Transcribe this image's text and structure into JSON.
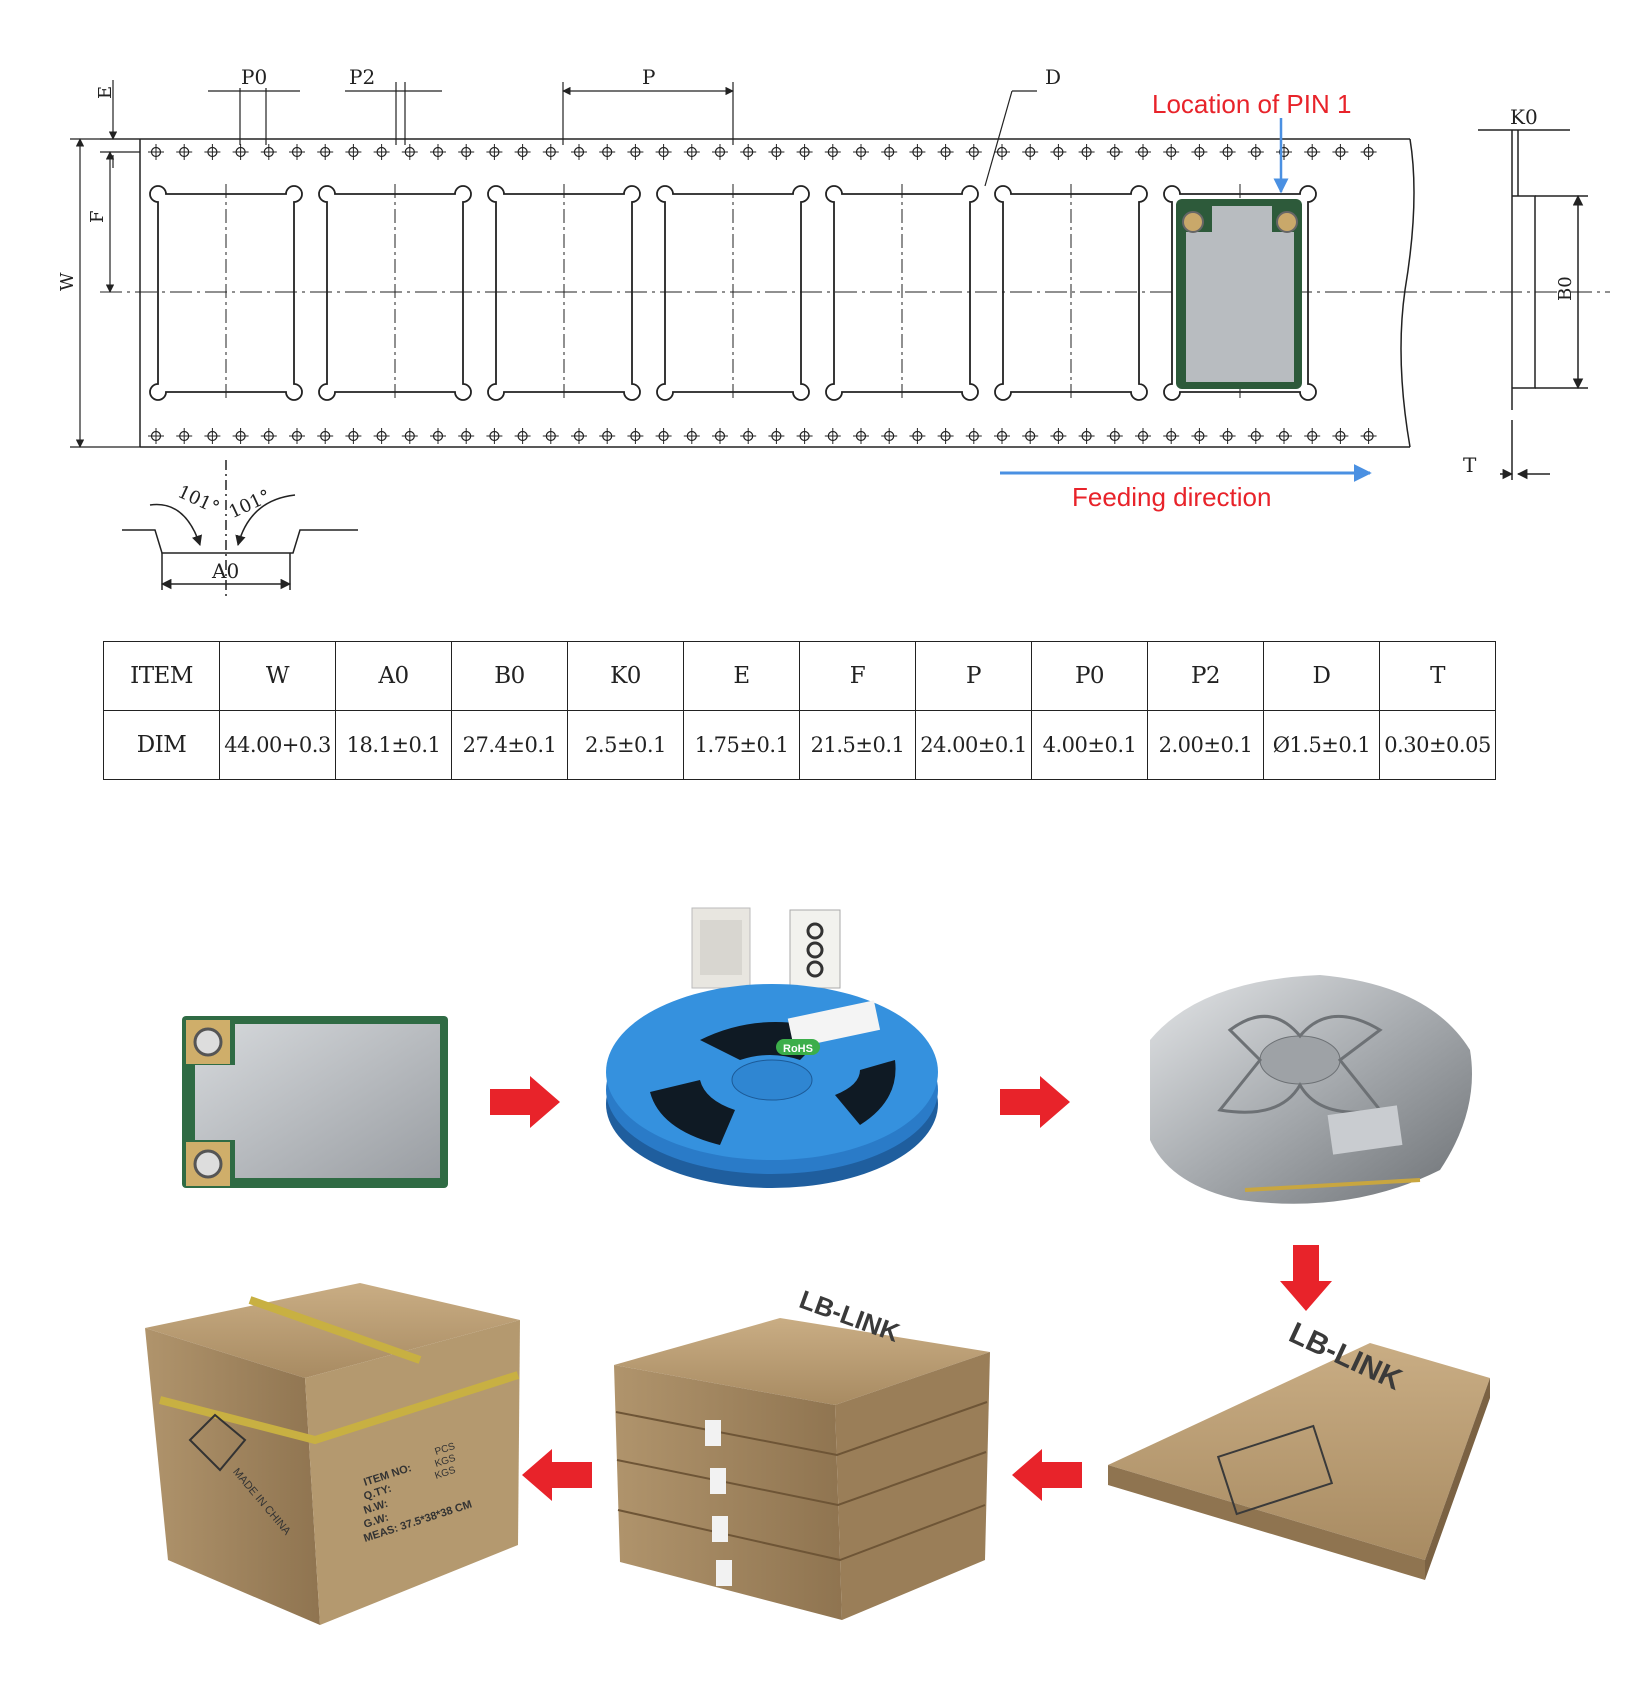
{
  "drawing": {
    "pin1_label": "Location of PIN 1",
    "feed_label": "Feeding direction",
    "dim_labels": {
      "E": "E",
      "P0": "P0",
      "P2": "P2",
      "P": "P",
      "D": "D",
      "F": "F",
      "W": "W",
      "K0": "K0",
      "B0": "B0",
      "T": "T",
      "A0": "A0",
      "angle_left": "101°",
      "angle_right": "101°"
    },
    "colors": {
      "line": "#222222",
      "annotation_red": "#e8232a",
      "arrow_blue": "#4a90e2"
    }
  },
  "table": {
    "header_label": "ITEM",
    "dim_label": "DIM",
    "columns": [
      "W",
      "A0",
      "B0",
      "K0",
      "E",
      "F",
      "P",
      "P0",
      "P2",
      "D",
      "T"
    ],
    "values": [
      "44.00+0.3",
      "18.1±0.1",
      "27.4±0.1",
      "2.5±0.1",
      "1.75±0.1",
      "21.5±0.1",
      "24.00±0.1",
      "4.00±0.1",
      "2.00±0.1",
      "Ø1.5±0.1",
      "0.30±0.05"
    ]
  },
  "packaging": {
    "reel_label": "RoHS",
    "box_brand": "LB-LINK",
    "carton_text": [
      "ITEM NO:",
      "Q.TY:",
      "N.W:",
      "G.W:",
      "MEAS: 37.5*38*38 CM",
      "PCS",
      "KGS",
      "KGS"
    ],
    "carton_side_text": "MADE IN CHINA",
    "arrow_color": "#e8232a"
  }
}
